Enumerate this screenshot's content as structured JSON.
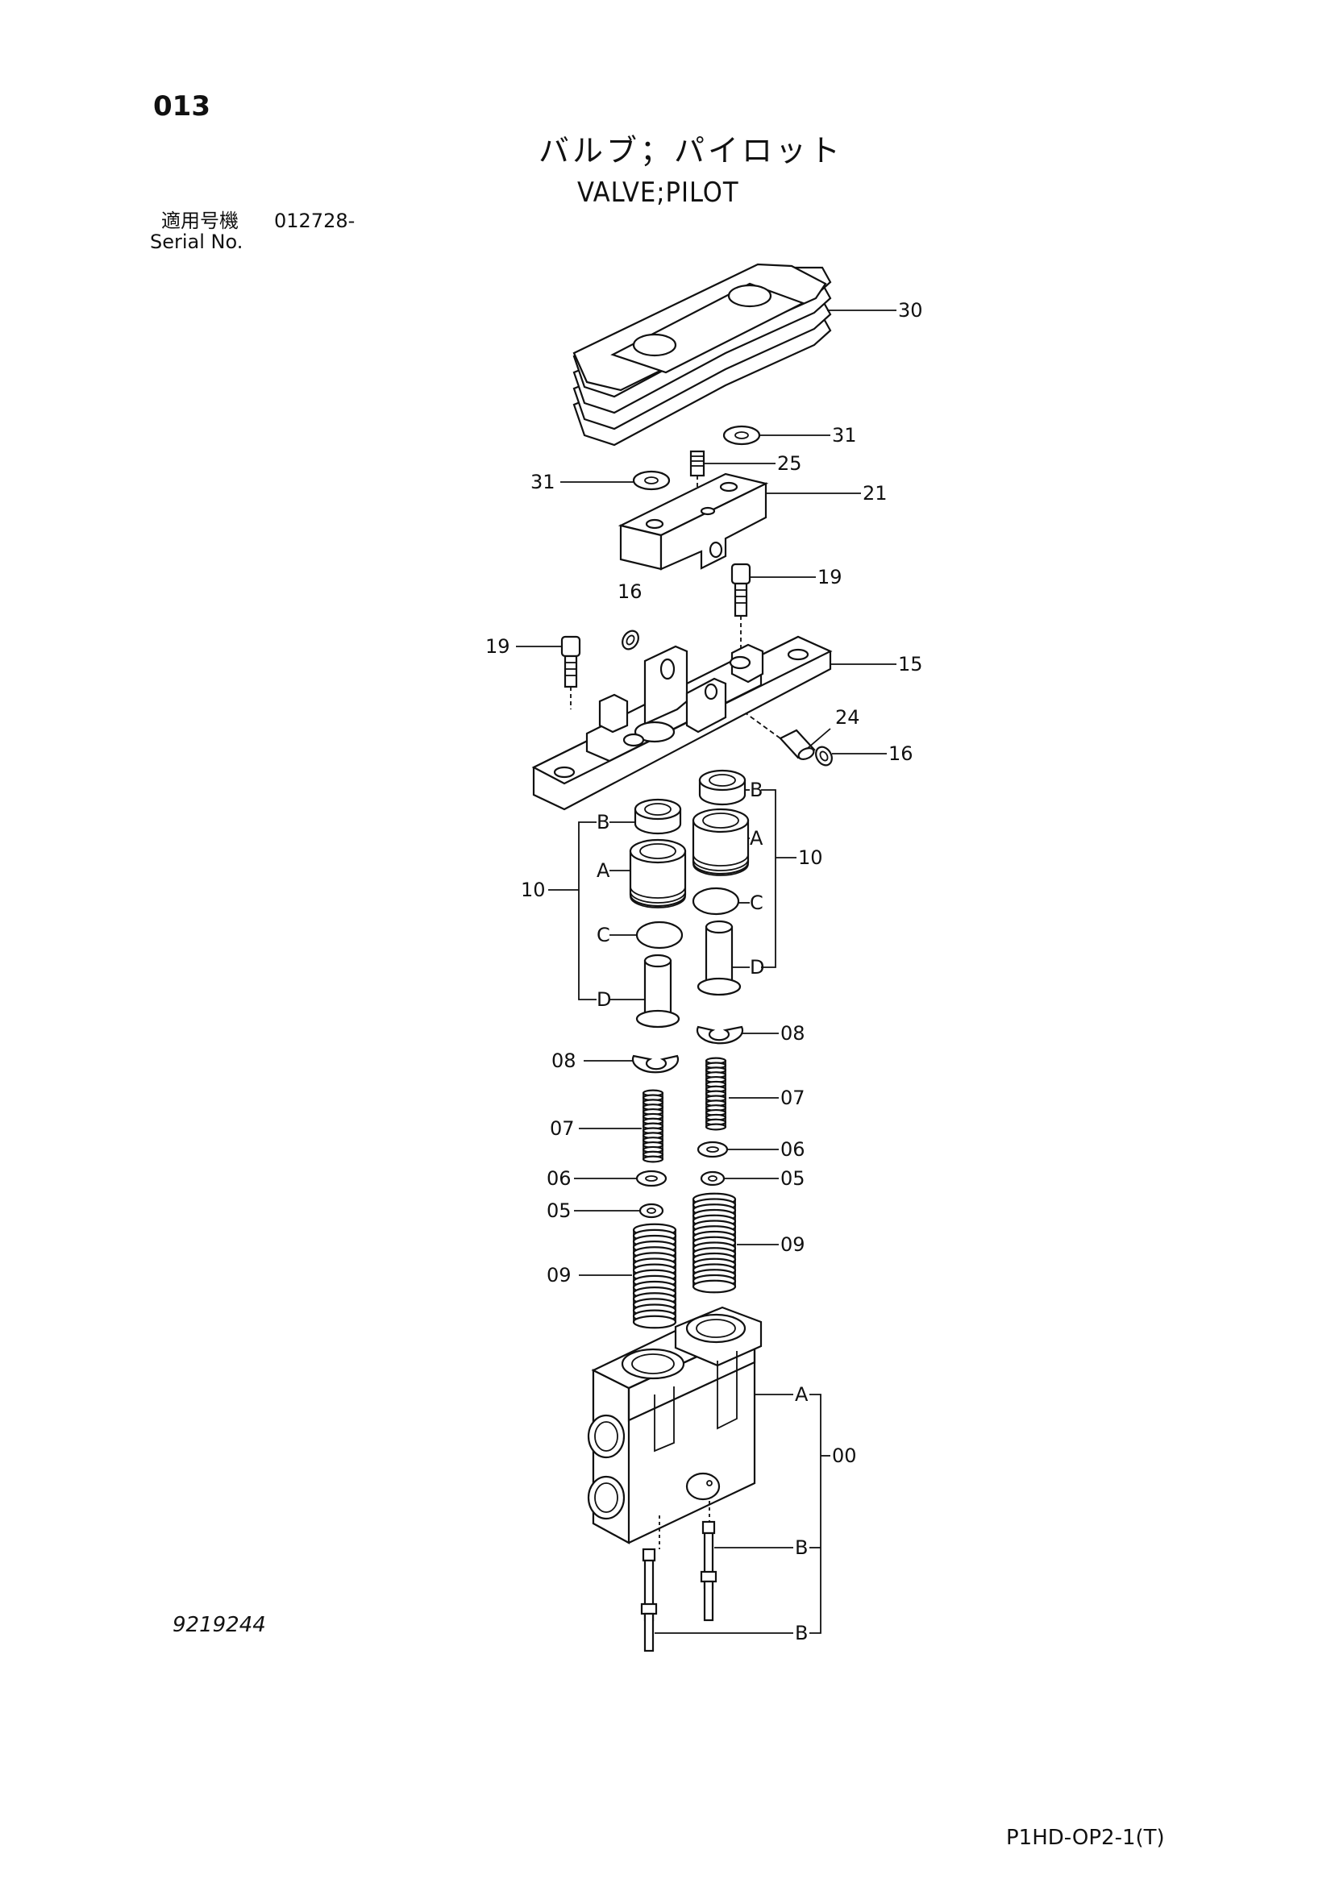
{
  "header": {
    "page_number": "013",
    "title_jp": "バルブ；パイロット",
    "title_en": "VALVE;PILOT",
    "serial_label_jp": "適用号機",
    "serial_value": "012728-",
    "serial_label_en": "Serial No."
  },
  "footer": {
    "drawing_number": "9219244",
    "reference_code": "P1HD-OP2-1(T)"
  },
  "callouts": {
    "c30": "30",
    "c31a": "31",
    "c31b": "31",
    "c25": "25",
    "c21": "21",
    "c19a": "19",
    "c19b": "19",
    "c16a": "16",
    "c16b": "16",
    "c15": "15",
    "c24": "24",
    "c10a": "10",
    "c10b": "10",
    "lB1": "B",
    "lA1": "A",
    "lC1": "C",
    "lD1": "D",
    "lB2": "B",
    "lA2": "A",
    "lC2": "C",
    "lD2": "D",
    "c08a": "08",
    "c08b": "08",
    "c07a": "07",
    "c07b": "07",
    "c06a": "06",
    "c06b": "06",
    "c05a": "05",
    "c05b": "05",
    "c09a": "09",
    "c09b": "09",
    "c00": "00",
    "lA3": "A",
    "lB3": "B",
    "lB4": "B"
  }
}
